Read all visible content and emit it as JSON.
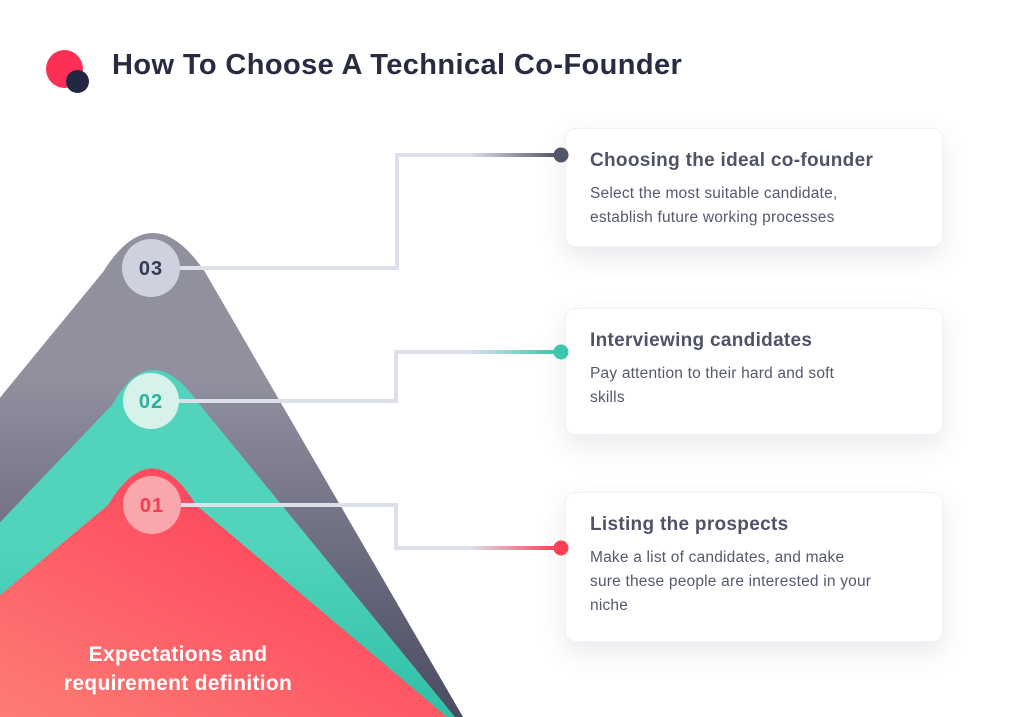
{
  "header": {
    "title": "How To Choose A Technical Co-Founder",
    "logo": {
      "primary_color": "#fc2f55",
      "secondary_color": "#232842"
    }
  },
  "pyramid": {
    "base_label": "Expectations and\nrequirement definition",
    "levels": [
      {
        "number": "03",
        "position": "top",
        "layer_color_top": "#90909f",
        "layer_color_bottom": "#4b4b62",
        "badge_bg": "#cdd2de",
        "badge_text_color": "#343a52"
      },
      {
        "number": "02",
        "position": "middle",
        "layer_color_top": "#52d4bc",
        "layer_color_bottom": "#30bfa8",
        "badge_bg": "#d6f2ea",
        "badge_text_color": "#2fae99"
      },
      {
        "number": "01",
        "position": "bottom",
        "layer_color_top": "#fd3a58",
        "layer_color_bottom": "#fd8878",
        "badge_bg": "#f9a6ad",
        "badge_text_color": "#f53d55"
      }
    ]
  },
  "steps": [
    {
      "number": "03",
      "title": "Choosing the ideal co-founder",
      "description": "Select the most suitable candidate,\nestablish future working processes",
      "accent_color": "#52566b"
    },
    {
      "number": "02",
      "title": "Interviewing candidates",
      "description": "Pay attention to their hard and soft\nskills",
      "accent_color": "#3cc6ae"
    },
    {
      "number": "01",
      "title": "Listing the prospects",
      "description": "Make a list of candidates, and make\nsure these people are interested in your\nniche",
      "accent_color": "#fa4156"
    }
  ]
}
